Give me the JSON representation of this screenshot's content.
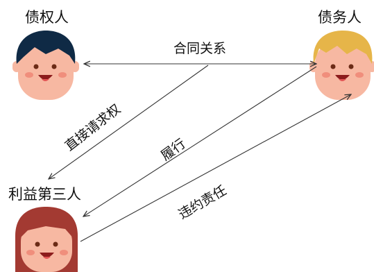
{
  "nodes": {
    "creditor": {
      "label": "债权人"
    },
    "debtor": {
      "label": "债务人"
    },
    "third_party": {
      "label": "利益第三人"
    }
  },
  "edges": {
    "contract": {
      "label": "合同关系"
    },
    "direct_claim": {
      "label": "直接请求权"
    },
    "performance": {
      "label": "履行"
    },
    "breach_liability": {
      "label": "违约责任"
    }
  },
  "colors": {
    "skin": "#f7b8a2",
    "cheek": "#f08e7c",
    "eye": "#6b2b16",
    "mouth": "#8c1c1c",
    "tongue": "#e25555",
    "hair_creditor": "#0f2a45",
    "hair_debtor": "#e6b549",
    "hair_third_party": "#a33a32",
    "arrow": "#333333"
  }
}
